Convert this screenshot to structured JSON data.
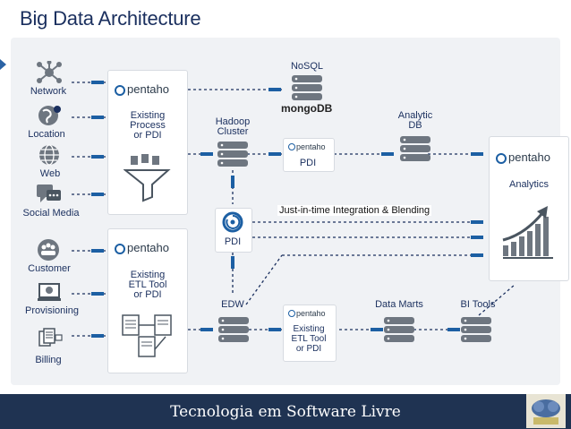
{
  "title": "Big Data Architecture",
  "sources": {
    "network": "Network",
    "location": "Location",
    "web": "Web",
    "social": "Social Media",
    "customer": "Customer",
    "provisioning": "Provisioning",
    "billing": "Billing"
  },
  "pentaho_brand": "pentaho",
  "cards": {
    "process_top": [
      "Existing",
      "Process",
      "or PDI"
    ],
    "etl_bottom_left": [
      "Existing",
      "ETL Tool",
      "or PDI"
    ],
    "etl_bottom_mid": [
      "Existing",
      "ETL Tool",
      "or PDI"
    ],
    "analytics": "Analytics"
  },
  "nodes": {
    "nosql": "NoSQL",
    "mongodb": "mongoDB",
    "hadoop": [
      "Hadoop",
      "Cluster"
    ],
    "pdi": "PDI",
    "pdi_center": "PDI",
    "analytic_db": [
      "Analytic",
      "DB"
    ],
    "edw": "EDW",
    "data_marts": "Data Marts",
    "bi_tools": "BI Tools"
  },
  "jit_label": "Just-in-time Integration & Blending",
  "footer": "Tecnologia em Software Livre",
  "colors": {
    "dark_blue": "#1a2f5e",
    "accent_blue": "#1c5fa3",
    "db_gray": "#6e7680",
    "footer_bg": "#1f3352",
    "panel_bg": "#f0f2f5"
  }
}
